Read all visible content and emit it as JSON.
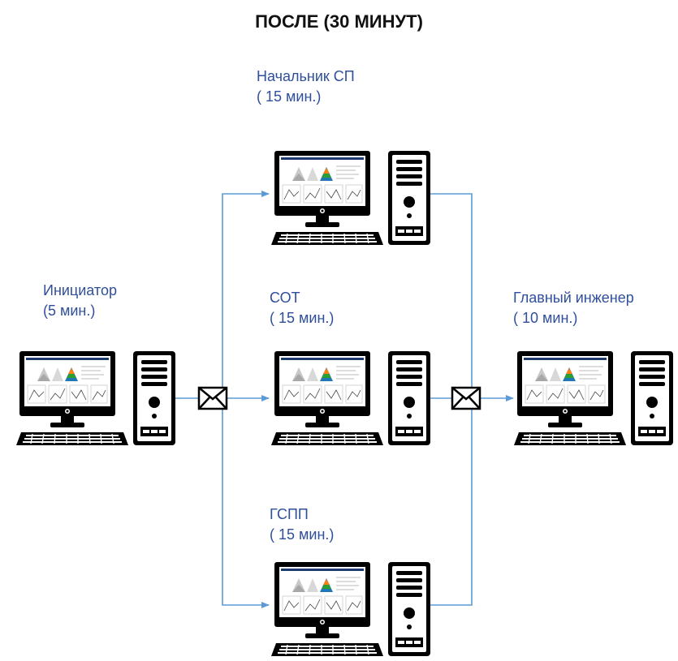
{
  "title": "ПОСЛЕ (30 МИНУТ)",
  "nodes": {
    "initiator": {
      "name": "Инициатор",
      "time": "(5 мин.)"
    },
    "head_sp": {
      "name": "Начальник СП",
      "time": "( 15 мин.)"
    },
    "sot": {
      "name": "СОТ",
      "time": "( 15 мин.)"
    },
    "gspp": {
      "name": "ГСПП",
      "time": "( 15 мин.)"
    },
    "chief_engineer": {
      "name": "Главный инженер",
      "time": "( 10 мин.)"
    }
  },
  "colors": {
    "connector": "#5b9bd5",
    "label": "#2f4f9c",
    "device": "#000000"
  },
  "icons": [
    "computer-icon",
    "envelope-icon",
    "arrow-icon"
  ]
}
